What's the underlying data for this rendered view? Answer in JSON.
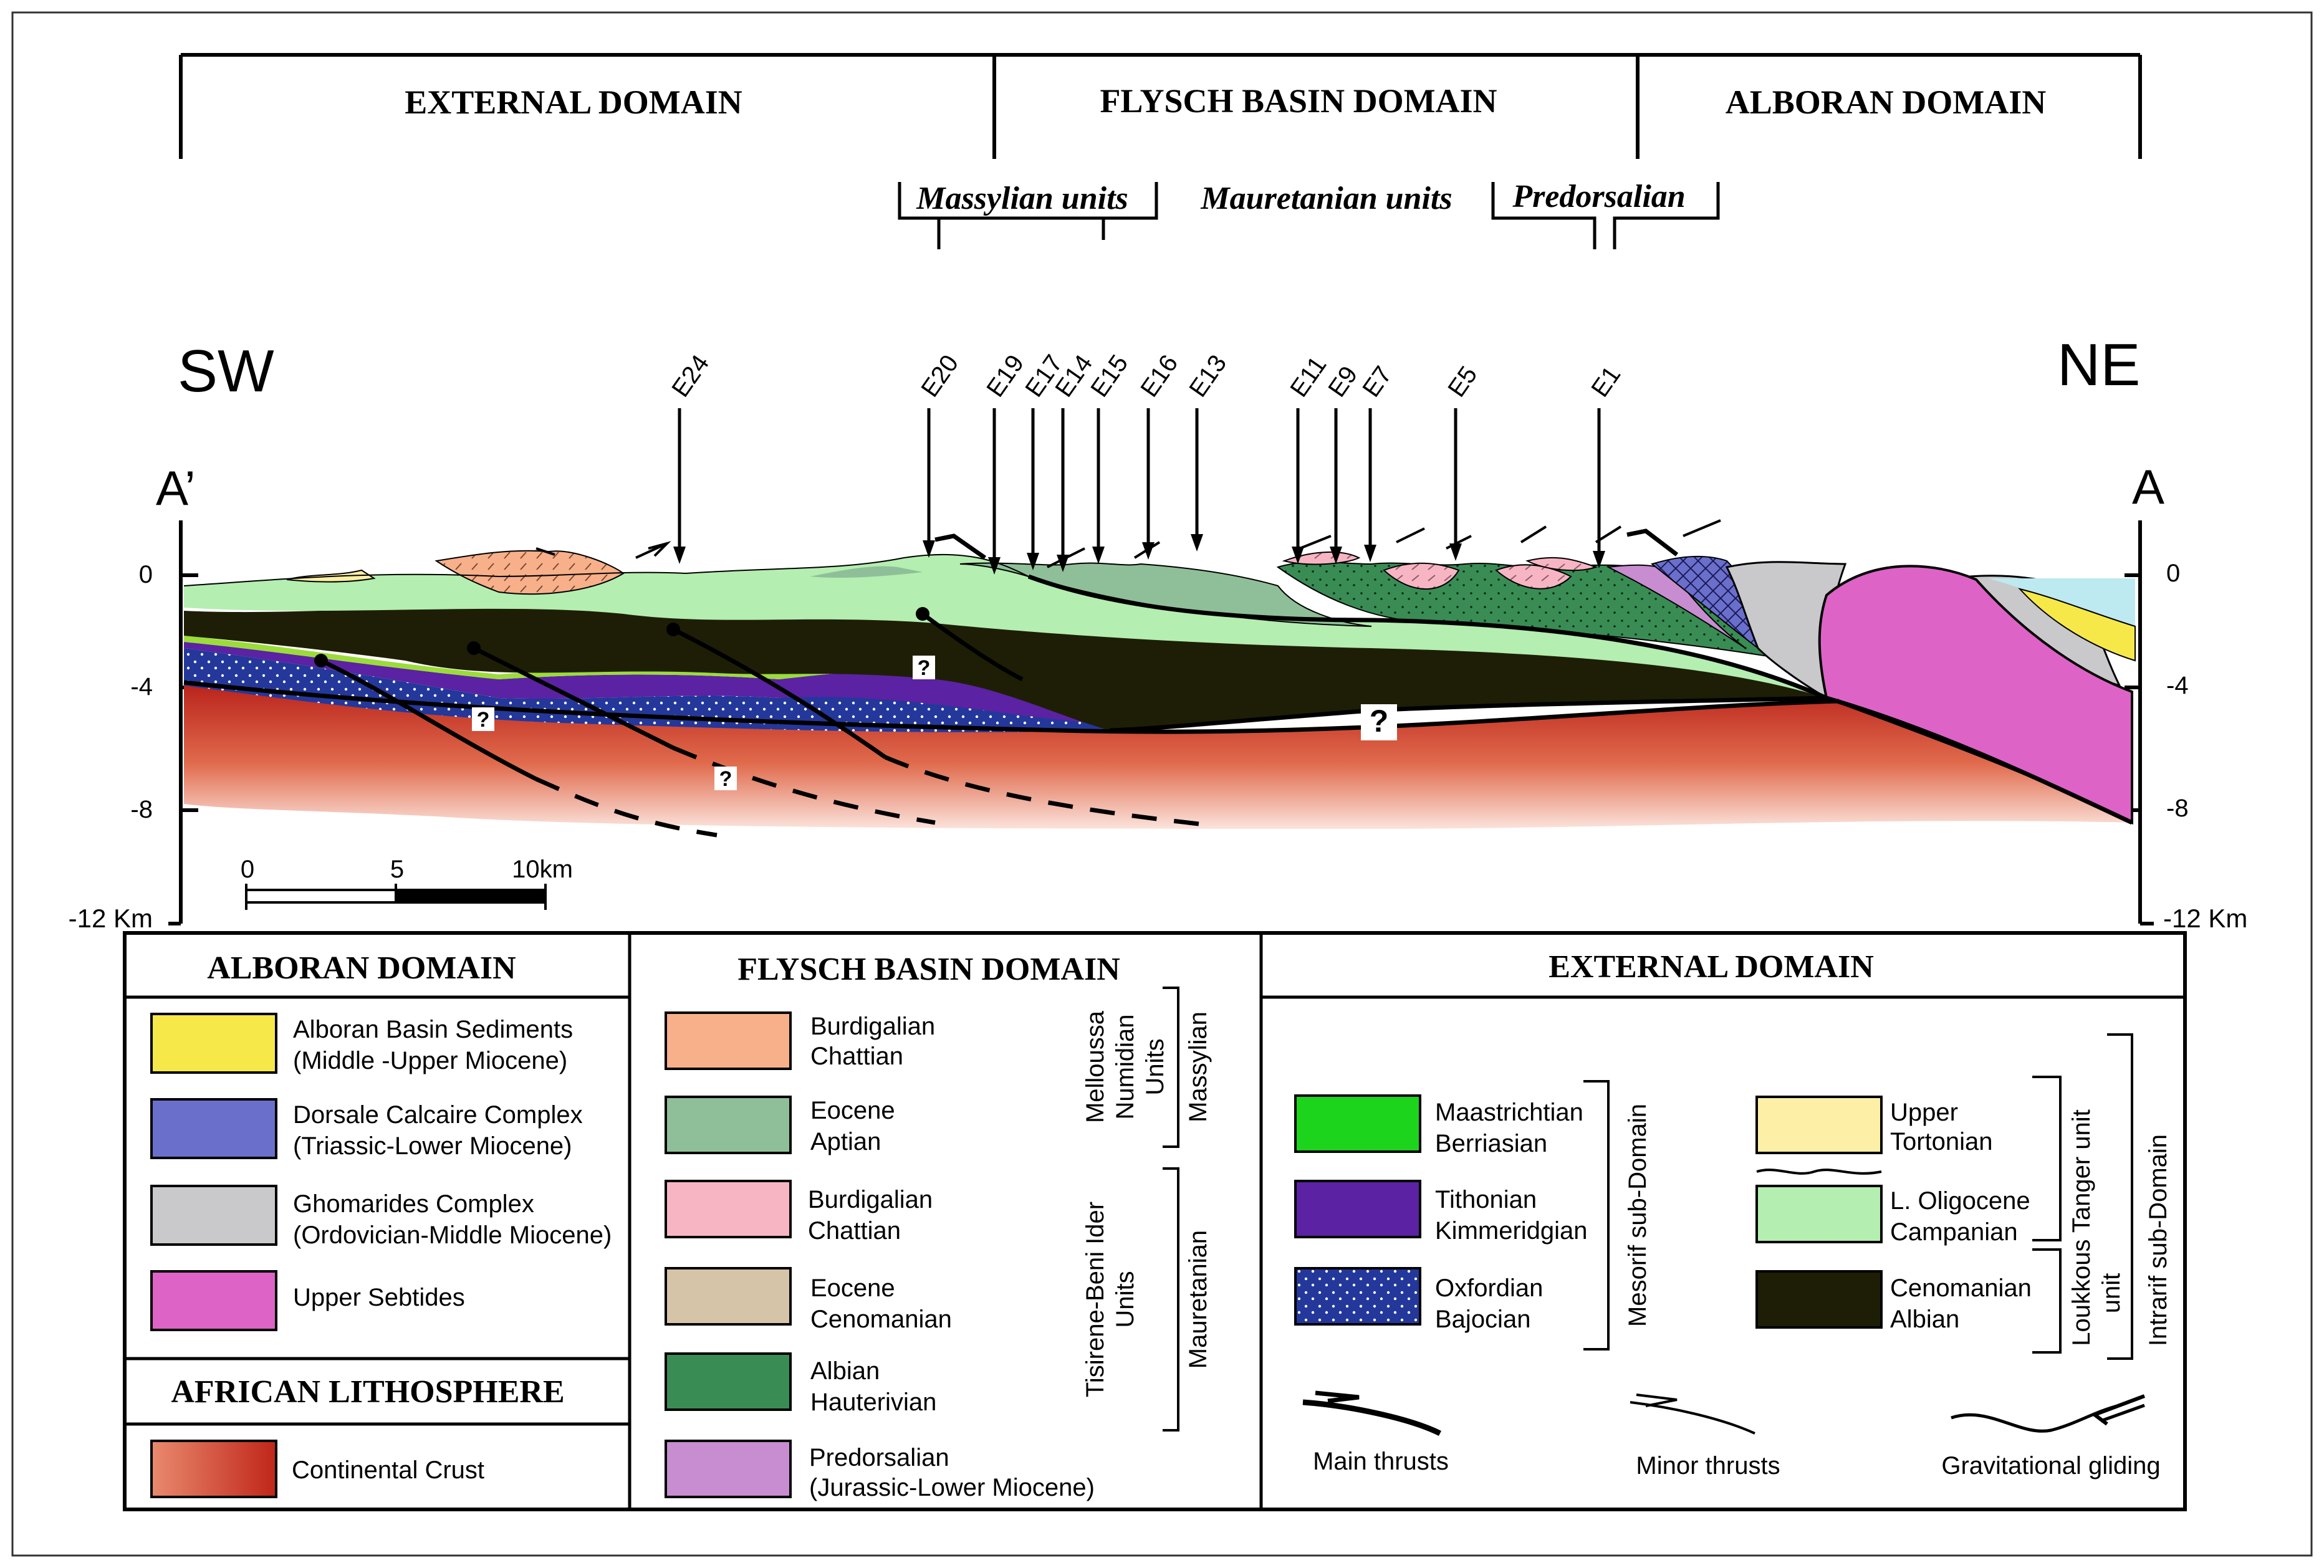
{
  "top_domains": {
    "external": "EXTERNAL DOMAIN",
    "flysch": "FLYSCH BASIN DOMAIN",
    "alboran": "ALBORAN DOMAIN"
  },
  "sub_units": {
    "massylian": "Massylian units",
    "mauretanian": "Mauretanian units",
    "predorsalian": "Predorsalian"
  },
  "orientation": {
    "left": "SW",
    "right": "NE",
    "left_point": "A’",
    "right_point": "A"
  },
  "wells": [
    "E24",
    "E20",
    "E19",
    "E17",
    "E14",
    "E15",
    "E16",
    "E13",
    "E11",
    "E9",
    "E7",
    "E5",
    "E1"
  ],
  "depth_axis": {
    "unit_label": "-12 Km",
    "ticks": [
      "0",
      "-4",
      "-8"
    ]
  },
  "depth_axis_right": {
    "unit_label": "-12 Km",
    "ticks": [
      "0",
      "-4",
      "-8"
    ]
  },
  "question_mark": "?",
  "scale_bar": {
    "labels": [
      "0",
      "5",
      "10km"
    ]
  },
  "legend": {
    "alboran": {
      "title": "ALBORAN DOMAIN",
      "items": [
        {
          "line1": "Alboran Basin Sediments",
          "line2": "(Middle -Upper Miocene)",
          "color": "#f7e84a"
        },
        {
          "line1": "Dorsale Calcaire Complex",
          "line2": "(Triassic-Lower Miocene)",
          "color": "#6b6fcc"
        },
        {
          "line1": "Ghomarides Complex",
          "line2": "(Ordovician-Middle Miocene)",
          "color": "#c9c9cc"
        },
        {
          "line1": "Upper Sebtides",
          "line2": "",
          "color": "#de63c7"
        }
      ]
    },
    "african": {
      "title": "AFRICAN LITHOSPHERE",
      "items": [
        {
          "line1": "Continental Crust",
          "color_start": "#e98a6e",
          "color_end": "#c0261a"
        }
      ]
    },
    "flysch": {
      "title": "FLYSCH BASIN DOMAIN",
      "items": [
        {
          "line1": "Burdigalian",
          "line2": "Chattian",
          "color": "#f7b08a"
        },
        {
          "line1": "Eocene",
          "line2": "Aptian",
          "color": "#8fbf98"
        },
        {
          "line1": "Burdigalian",
          "line2": "Chattian",
          "color": "#f7b5c4"
        },
        {
          "line1": "Eocene",
          "line2": "Cenomanian",
          "color": "#d5c4a8"
        },
        {
          "line1": "Albian",
          "line2": "Hauterivian",
          "color": "#3a8c55"
        },
        {
          "line1": "Predorsalian",
          "line2": "(Jurassic-Lower Miocene)",
          "color": "#c88cd0"
        }
      ],
      "bracket_labels": {
        "melloussa": "Melloussa Numidian Units",
        "massylian": "Massylian",
        "tisirene": "Tisirene-Beni Ider Units",
        "mauretanian": "Mauretanian"
      }
    },
    "external": {
      "title": "EXTERNAL DOMAIN",
      "left_items": [
        {
          "line1": "Maastrichtian",
          "line2": "Berriasian",
          "color": "#1dd41d"
        },
        {
          "line1": "Tithonian",
          "line2": "Kimmeridgian",
          "color": "#5b22a3"
        },
        {
          "line1": "Oxfordian",
          "line2": "Bajocian",
          "color": "#24379a"
        }
      ],
      "right_items": [
        {
          "line1": "Upper",
          "line2": "Tortonian",
          "color": "#fdf0a6"
        },
        {
          "line1": "L. Oligocene",
          "line2": "Campanian",
          "color": "#b4eeb0"
        },
        {
          "line1": "Cenomanian",
          "line2": "Albian",
          "color": "#1e1e06"
        }
      ],
      "bracket_labels": {
        "mesorif": "Mesorif sub-Domain",
        "loukkous": "Loukkous Tanger unit",
        "intrarif": "Intrarif sub-Domain"
      },
      "symbols": {
        "main": "Main thrusts",
        "minor": "Minor thrusts",
        "gliding": "Gravitational gliding"
      }
    }
  }
}
